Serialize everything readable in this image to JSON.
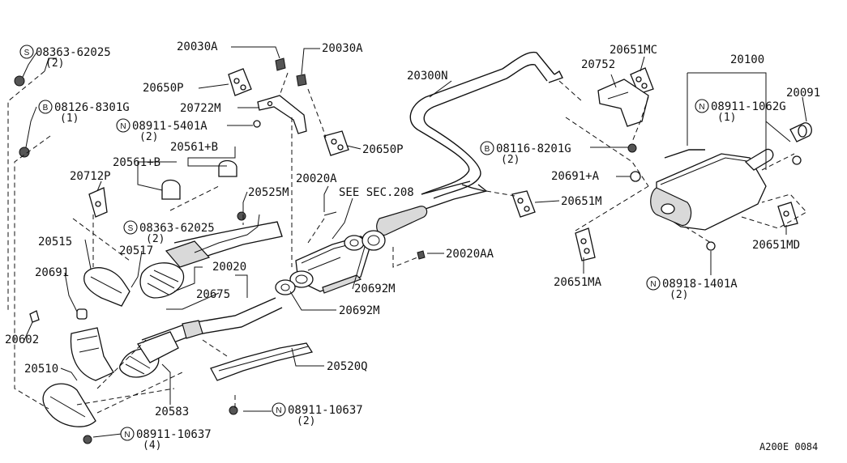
{
  "diagram": {
    "code": "A200E 0084",
    "labels": {
      "s_08363_62025_top": "08363-62025",
      "s_08363_62025_top_qty": "(2)",
      "b_08126_8301g": "08126-8301G",
      "b_08126_8301g_qty": "(1)",
      "n_08911_5401a": "08911-5401A",
      "n_08911_5401a_qty": "(2)",
      "p20030a_left": "20030A",
      "p20030a_right": "20030A",
      "p20650p_top": "20650P",
      "p20722m": "20722M",
      "p20650p_right": "20650P",
      "p20561b_upper": "20561+B",
      "p20561b_lower": "20561+B",
      "p20712p": "20712P",
      "p20525m": "20525M",
      "s_08363_62025_mid": "08363-62025",
      "s_08363_62025_mid_qty": "(2)",
      "p20020a": "20020A",
      "see_sec": "SEE SEC.208",
      "p20515": "20515",
      "p20517": "20517",
      "p20020": "20020",
      "p20691": "20691",
      "p20675": "20675",
      "p20602": "20602",
      "p20510": "20510",
      "p20583": "20583",
      "n_08911_10637_bottom": "08911-10637",
      "n_08911_10637_bottom_qty": "(4)",
      "n_08911_10637_mid": "08911-10637",
      "n_08911_10637_mid_qty": "(2)",
      "p20520q": "20520Q",
      "p20692m_lower": "20692M",
      "p20692m_upper": "20692M",
      "p20020aa": "20020AA",
      "p20300n": "20300N",
      "b_08116_8201g": "08116-8201G",
      "b_08116_8201g_qty": "(2)",
      "p20691a": "20691+A",
      "p20651m": "20651M",
      "p20651mc": "20651MC",
      "p20752": "20752",
      "p20100": "20100",
      "p20091": "20091",
      "n_08911_1062g": "08911-1062G",
      "n_08911_1062g_qty": "(1)",
      "p20651ma": "20651MA",
      "n_08918_1401a": "08918-1401A",
      "n_08918_1401a_qty": "(2)",
      "p20651md": "20651MD"
    },
    "badges": {
      "s": "S",
      "b": "B",
      "n": "N"
    }
  }
}
